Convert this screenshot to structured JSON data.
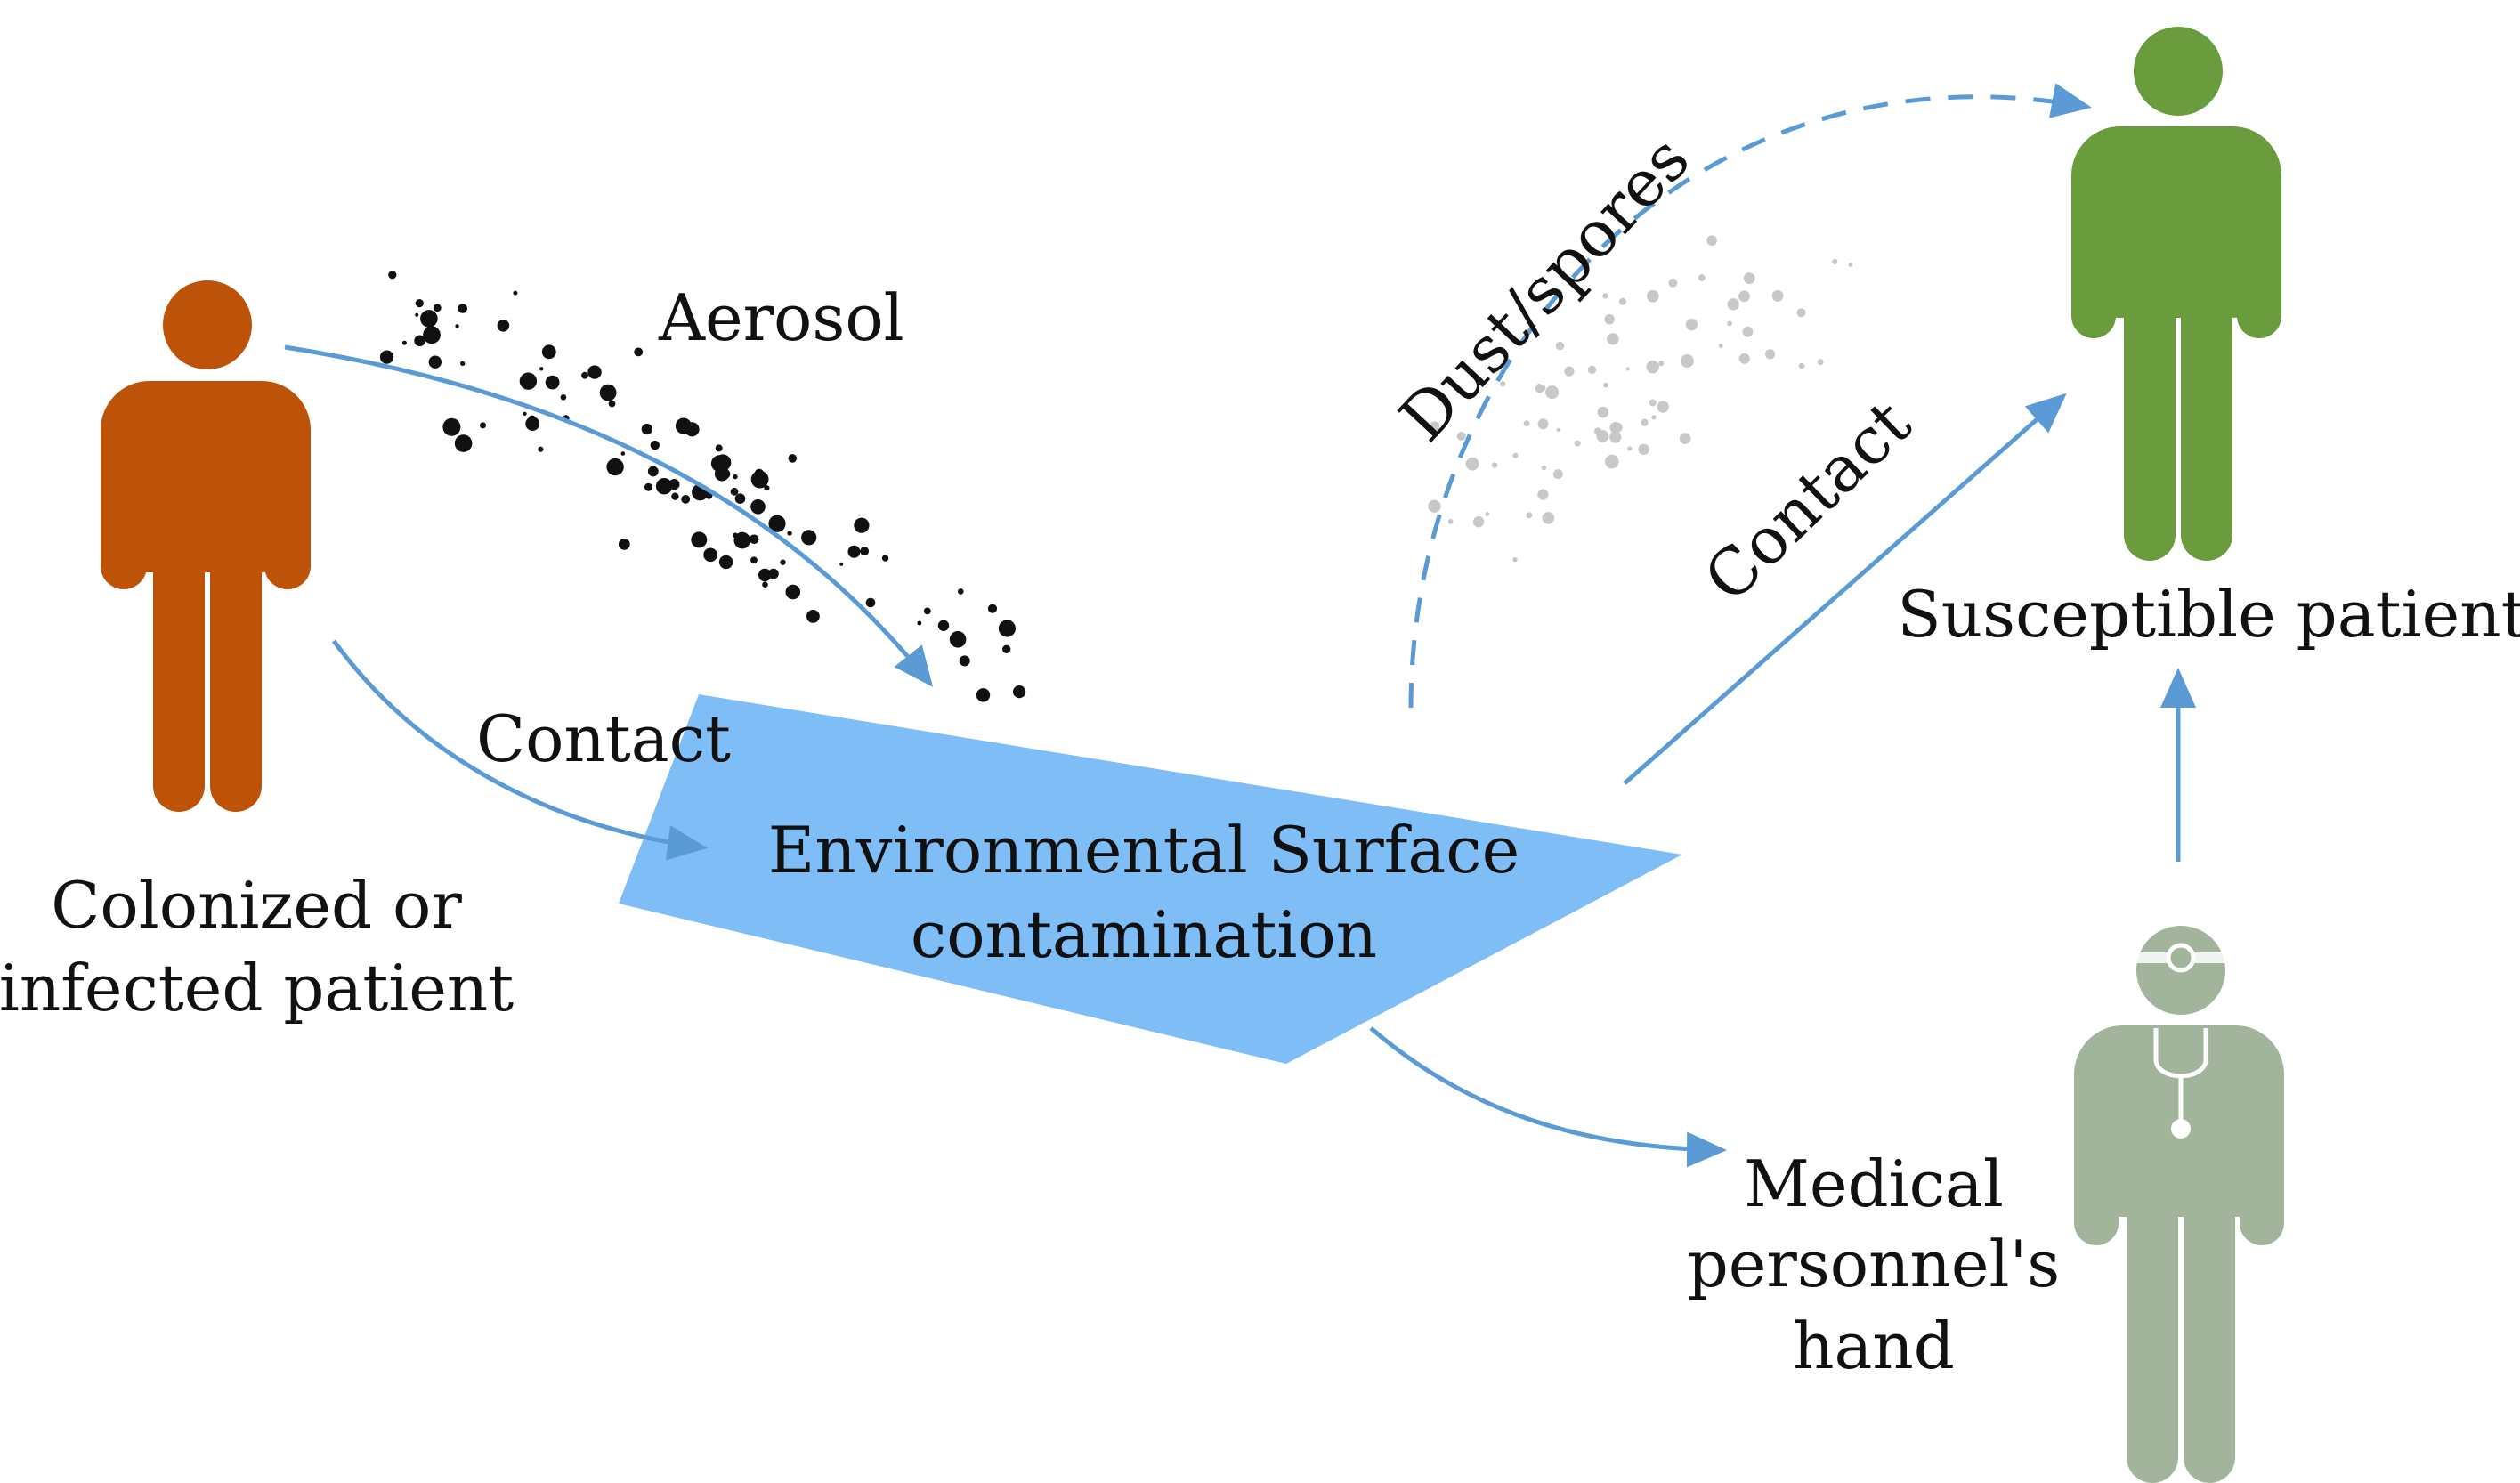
{
  "colors": {
    "arrow": "#5b9bd5",
    "surface": "#7fbdf7",
    "infected_patient": "#bd5308",
    "susceptible_patient": "#6a9b3c",
    "medical_staff": "#a2b49b",
    "aerosol_particles": "#111111",
    "dust_particles": "#c8c8c8"
  },
  "nodes": {
    "infected_patient": {
      "label_line1": "Colonized  or",
      "label_line2": "infected  patient",
      "icon": "person-icon"
    },
    "surface": {
      "label_line1": "Environmental  Surface",
      "label_line2": "contamination"
    },
    "susceptible_patient": {
      "label": "Susceptible  patient",
      "icon": "person-icon"
    },
    "medical_hand": {
      "label_line1": "Medical",
      "label_line2": "personnel's",
      "label_line3": "hand",
      "icon": "doctor-icon"
    }
  },
  "edges": {
    "aerosol": {
      "label": "Aerosol",
      "style": "solid"
    },
    "contact_left": {
      "label": "Contact",
      "style": "solid"
    },
    "dust_spores": {
      "label": "Dust/spores",
      "style": "dashed"
    },
    "contact_right": {
      "label": "Contact",
      "style": "solid"
    },
    "surface_to_hand": {
      "label": "",
      "style": "solid"
    },
    "hand_to_patient": {
      "label": "",
      "style": "solid"
    }
  }
}
